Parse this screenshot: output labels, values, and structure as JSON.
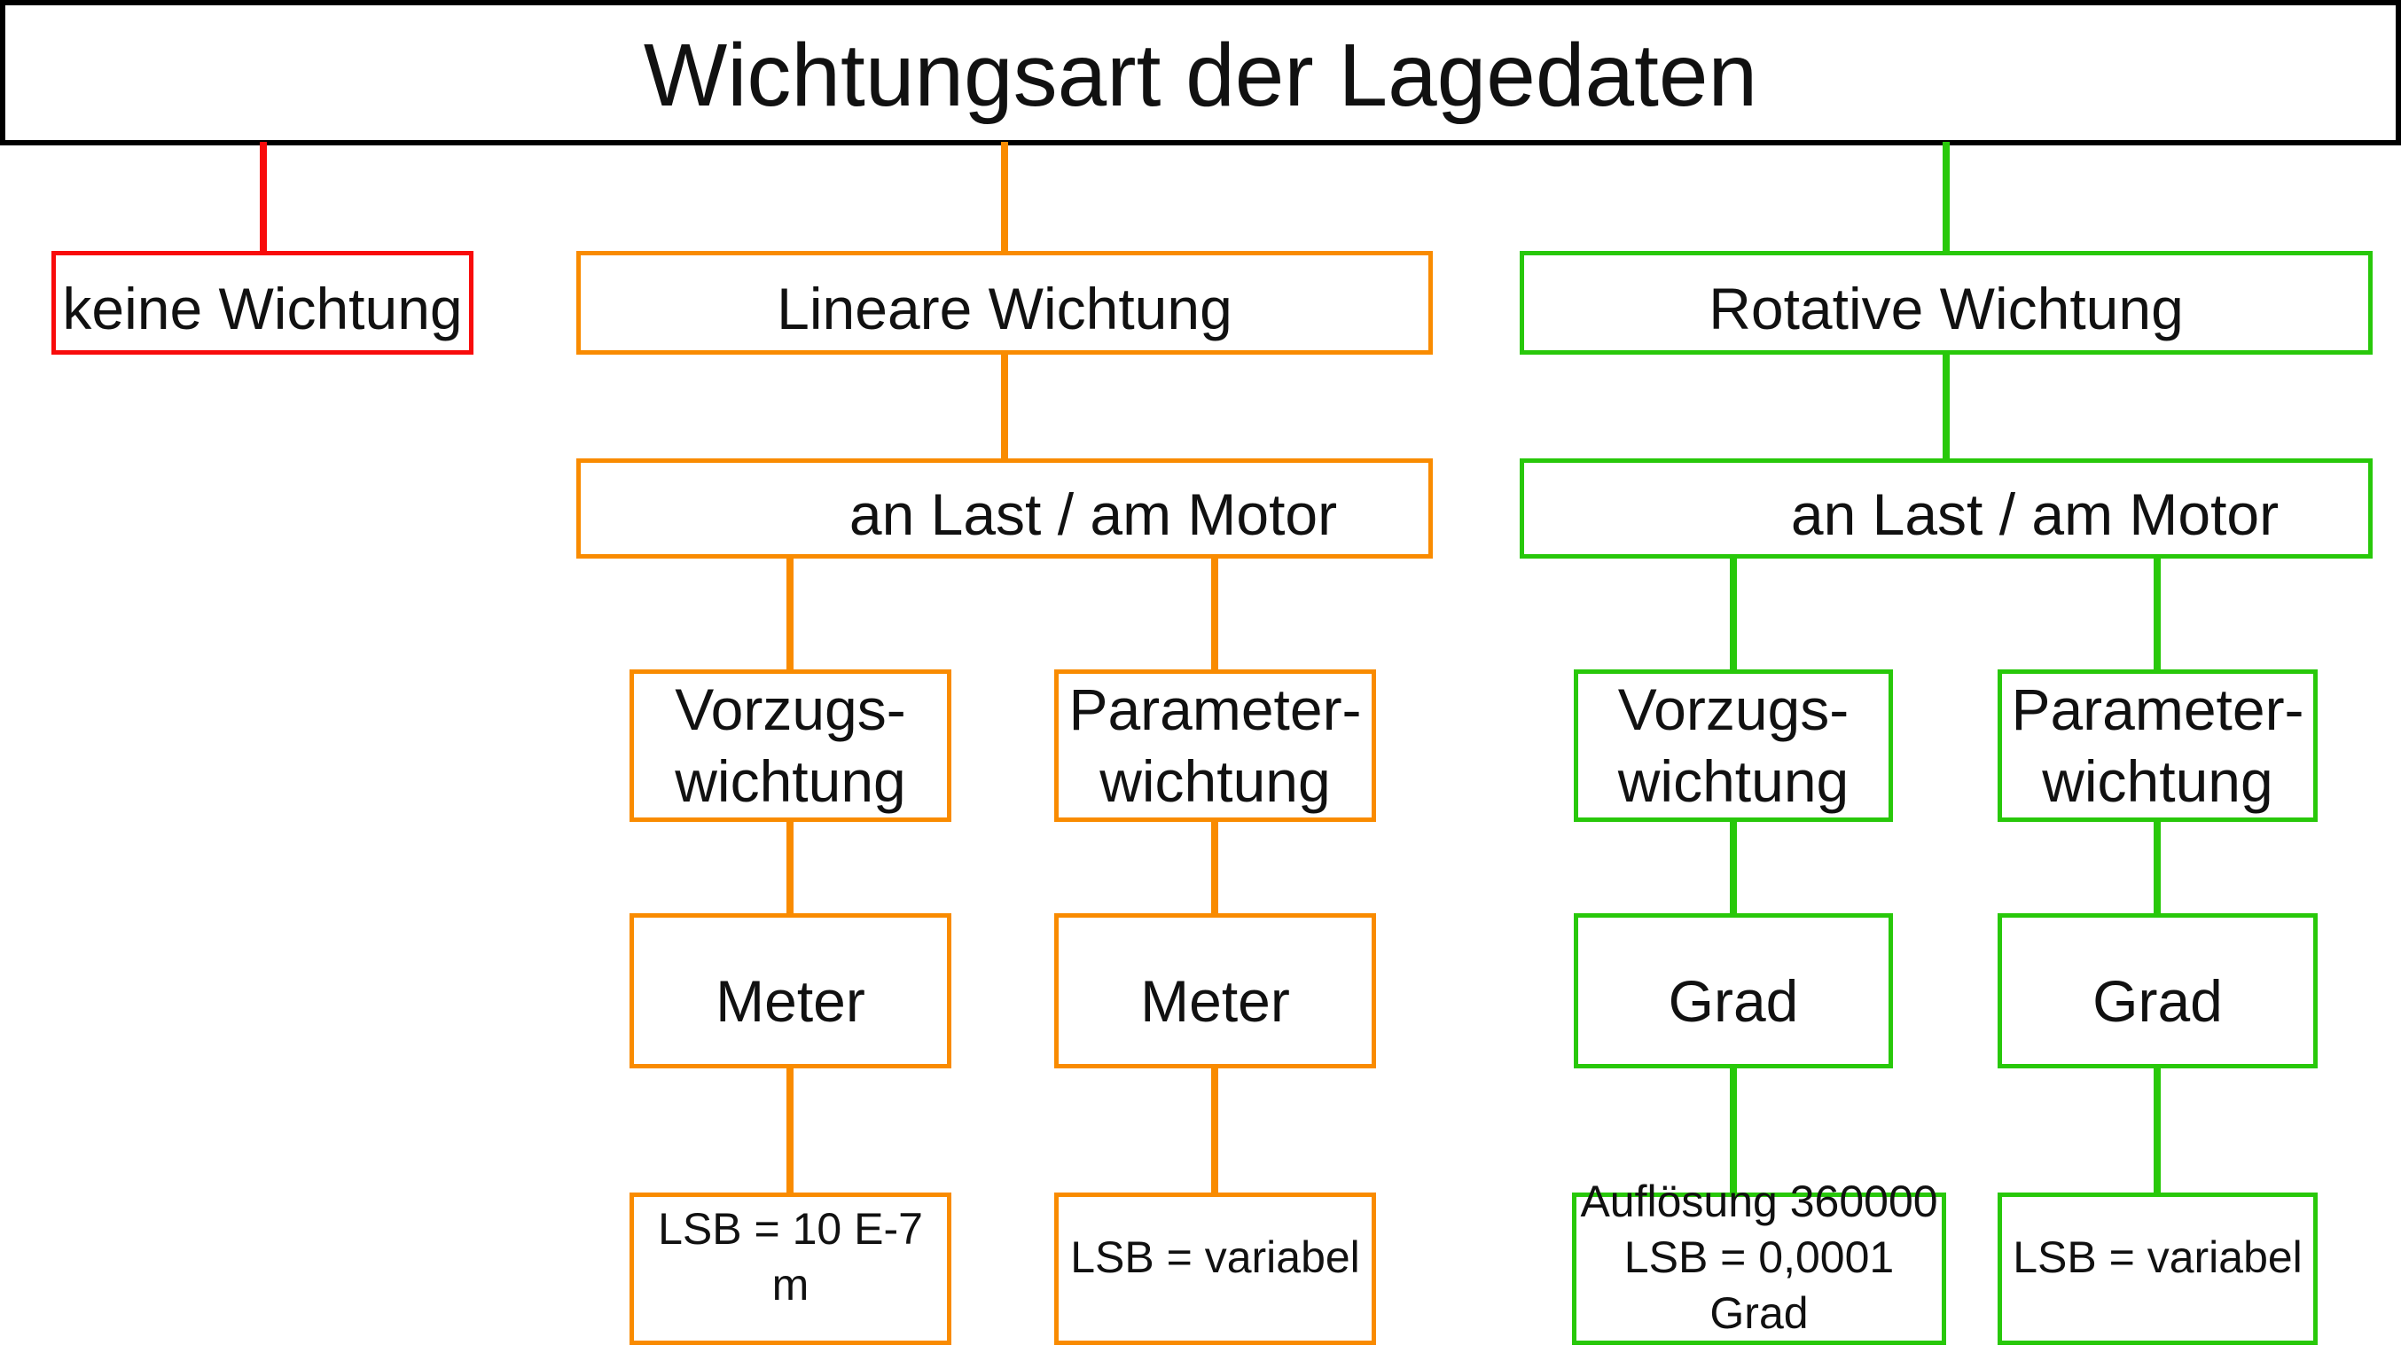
{
  "diagram": {
    "title": "Wichtungsart der Lagedaten",
    "colors": {
      "black": "#000000",
      "red": "#F80B0B",
      "orange": "#F98B00",
      "green": "#28C80A"
    },
    "branches": {
      "none": {
        "label": "keine Wichtung"
      },
      "linear": {
        "label": "Lineare Wichtung",
        "location": "an Last / am Motor",
        "preferred": {
          "label": "Vorzugs-\nwichtung",
          "unit": "Meter",
          "resolution": "LSB = 10 E-7 m"
        },
        "parameter": {
          "label": "Parameter-\nwichtung",
          "unit": "Meter",
          "resolution": "LSB = variabel"
        }
      },
      "rotary": {
        "label": "Rotative Wichtung",
        "location": "an Last / am Motor",
        "preferred": {
          "label": "Vorzugs-\nwichtung",
          "unit": "Grad",
          "resolution": "Auflösung 360000\nLSB = 0,0001 Grad"
        },
        "parameter": {
          "label": "Parameter-\nwichtung",
          "unit": "Grad",
          "resolution": "LSB = variabel"
        }
      }
    }
  }
}
